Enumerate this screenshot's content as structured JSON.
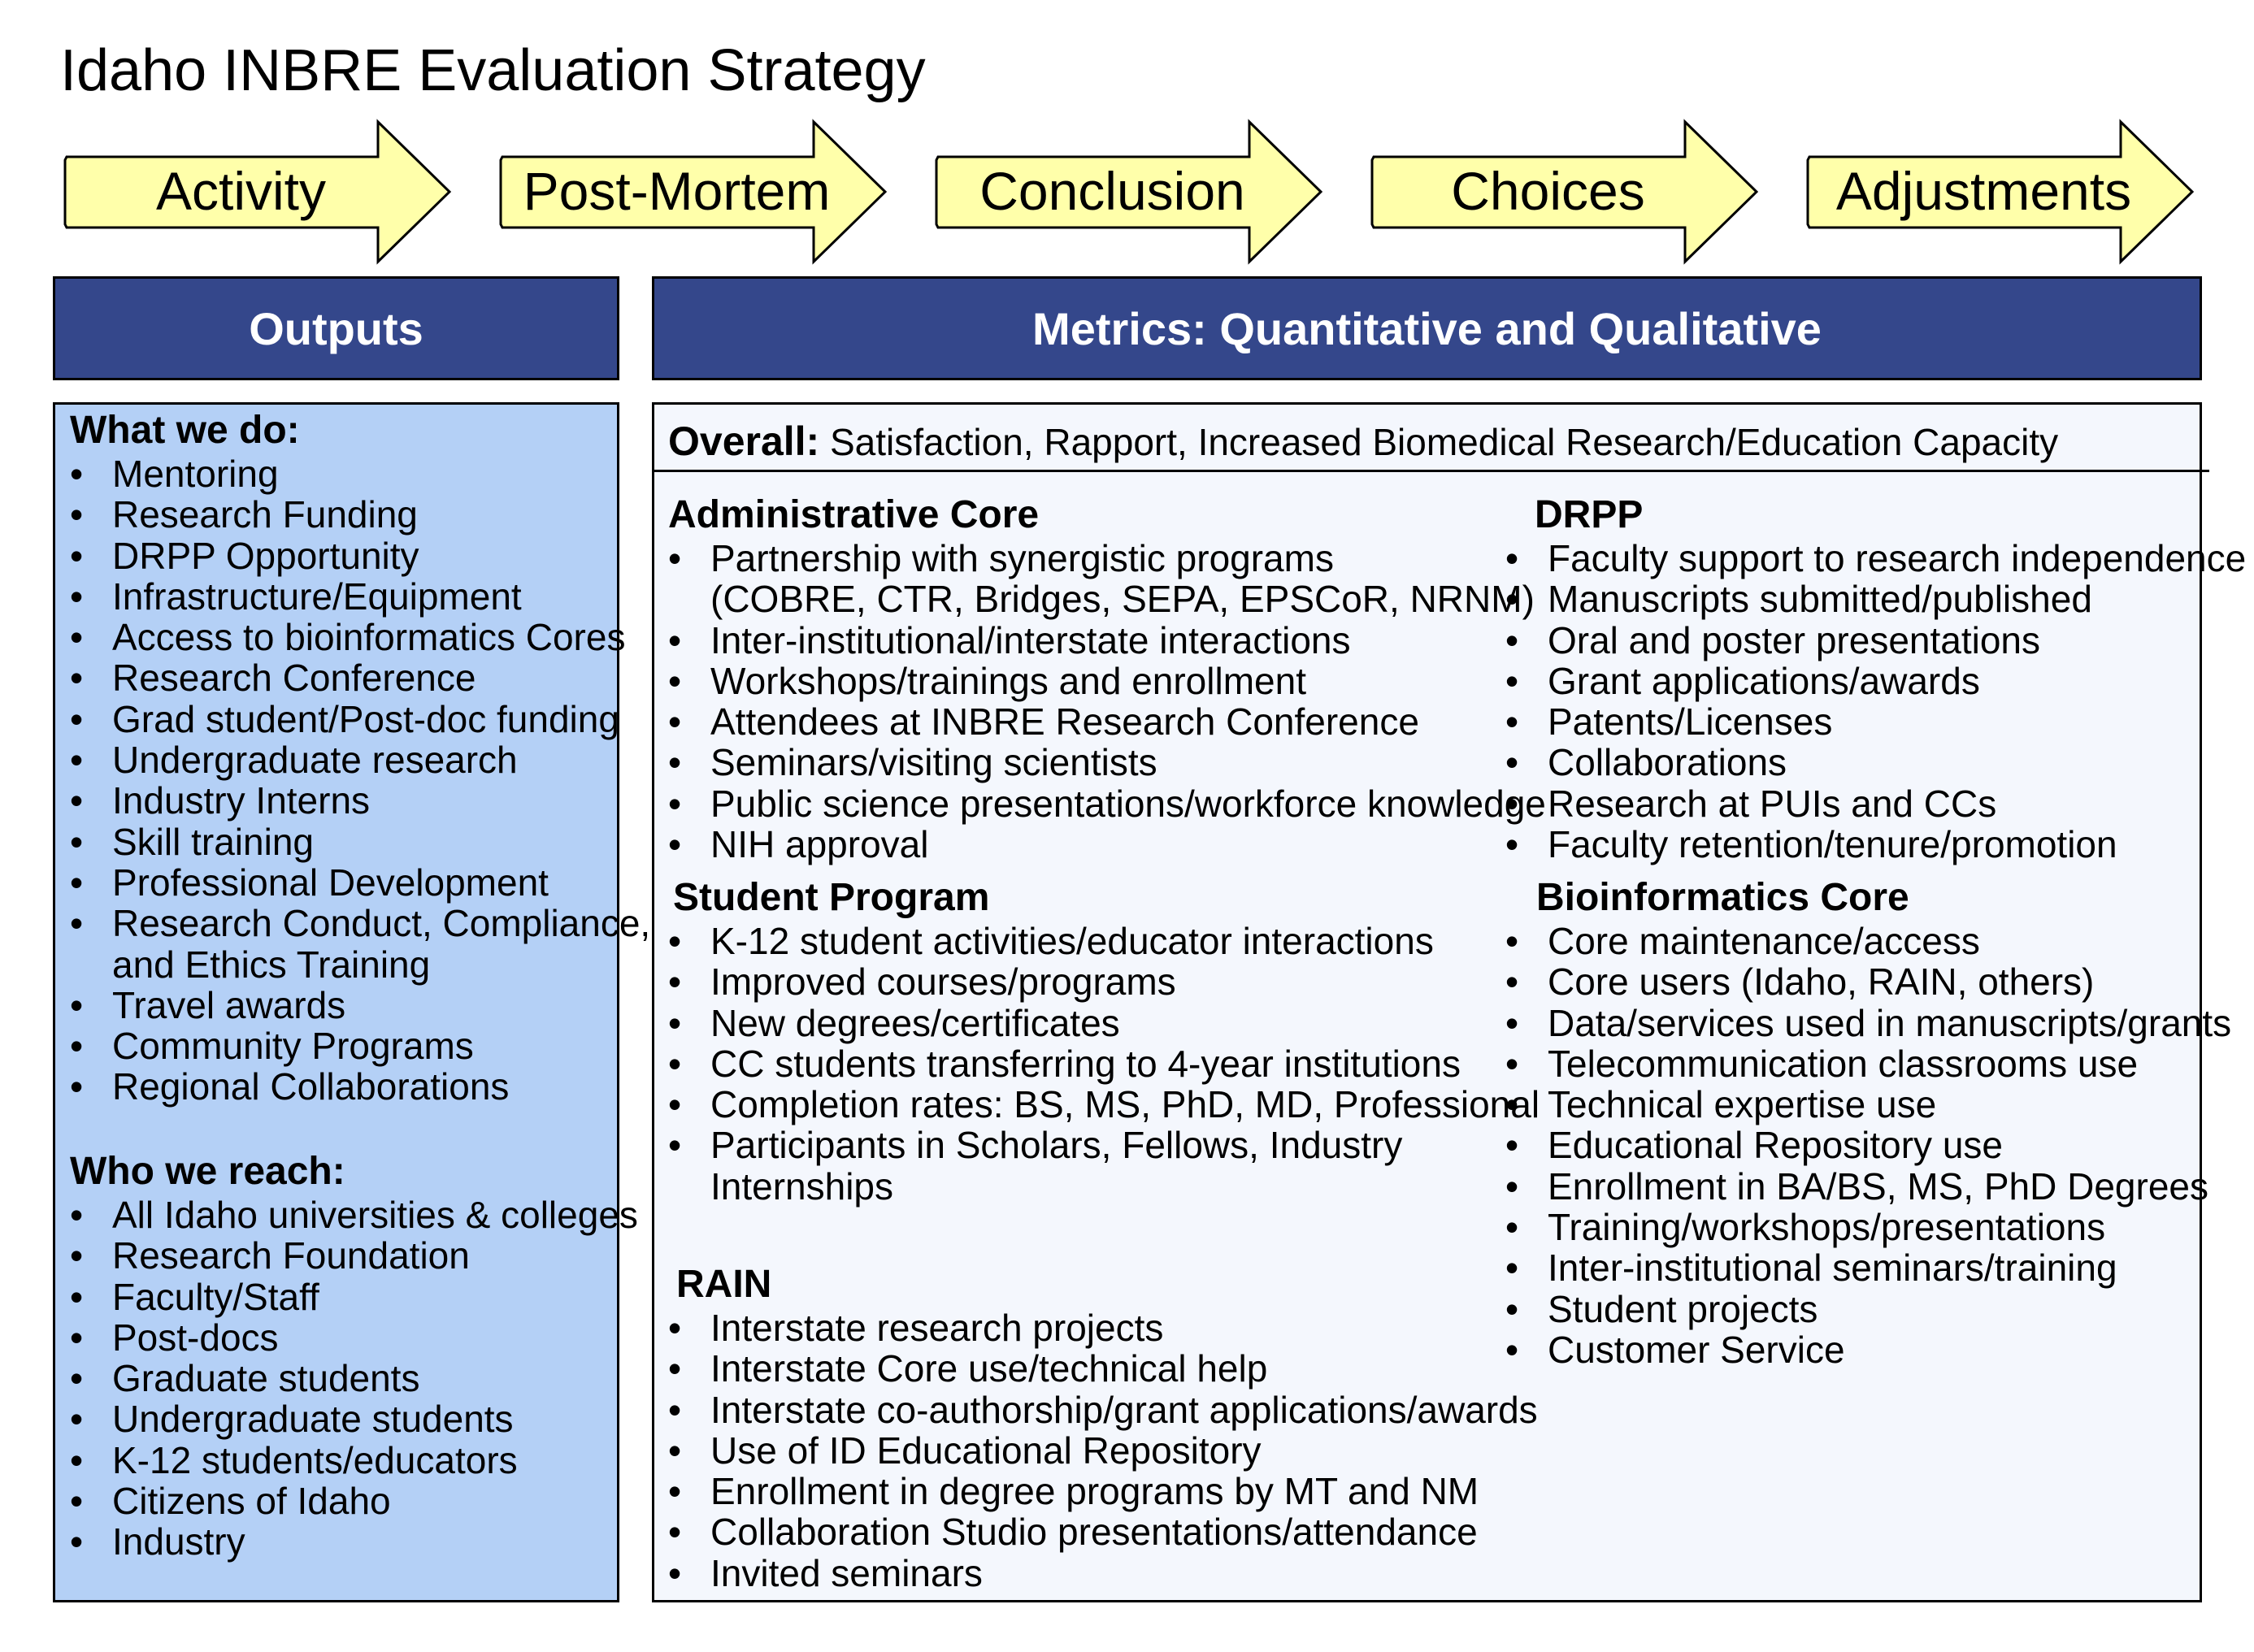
{
  "title": "Idaho INBRE Evaluation Strategy",
  "process_steps": [
    "Activity",
    "Post-Mortem",
    "Conclusion",
    "Choices",
    "Adjustments"
  ],
  "colors": {
    "arrow_fill": "#ffffaa",
    "header_fill": "#34478b",
    "outputs_fill": "#b4d0f6",
    "metrics_fill": "#f4f7fd"
  },
  "outputs": {
    "header": "Outputs",
    "what_we_do": {
      "heading": "What we do:",
      "items": [
        "Mentoring",
        "Research Funding",
        "DRPP Opportunity",
        "Infrastructure/Equipment",
        "Access to bioinformatics Cores",
        "Research Conference",
        "Grad student/Post-doc funding",
        "Undergraduate research",
        "Industry Interns",
        "Skill training",
        "Professional Development",
        "Research Conduct, Compliance,",
        "and Ethics Training",
        "Travel awards",
        "Community Programs",
        "Regional Collaborations"
      ]
    },
    "who_we_reach": {
      "heading": "Who we reach:",
      "items": [
        "All Idaho universities & colleges",
        "Research Foundation",
        "Faculty/Staff",
        "Post-docs",
        "Graduate students",
        "Undergraduate students",
        "K-12 students/educators",
        "Citizens of Idaho",
        "Industry"
      ]
    }
  },
  "metrics": {
    "header": "Metrics: Quantitative and Qualitative",
    "overall_label": "Overall:",
    "overall_text": " Satisfaction, Rapport, Increased Biomedical Research/Education Capacity",
    "admin_core": {
      "heading": "Administrative Core",
      "items": [
        "Partnership with synergistic programs",
        "(COBRE, CTR, Bridges, SEPA, EPSCoR, NRNM)",
        "Inter-institutional/interstate interactions",
        "Workshops/trainings and enrollment",
        "Attendees at INBRE Research Conference",
        "Seminars/visiting scientists",
        "Public science presentations/workforce knowledge",
        "NIH approval"
      ]
    },
    "drpp": {
      "heading": "DRPP",
      "items": [
        "Faculty support to research independence",
        "Manuscripts submitted/published",
        "Oral and poster presentations",
        "Grant applications/awards",
        "Patents/Licenses",
        "Collaborations",
        "Research at PUIs and CCs",
        "Faculty retention/tenure/promotion"
      ]
    },
    "student_program": {
      "heading": "Student Program",
      "items": [
        "K-12 student activities/educator interactions",
        "Improved courses/programs",
        "New degrees/certificates",
        "CC students transferring to 4-year institutions",
        "Completion rates: BS, MS, PhD, MD, Professional",
        "Participants in Scholars, Fellows, Industry",
        "Internships"
      ]
    },
    "bioinformatics_core": {
      "heading": "Bioinformatics Core",
      "items": [
        "Core maintenance/access",
        "Core users (Idaho, RAIN, others)",
        "Data/services used in manuscripts/grants",
        "Telecommunication classrooms use",
        "Technical expertise use",
        "Educational Repository use",
        "Enrollment in BA/BS, MS, PhD Degrees",
        "Training/workshops/presentations",
        "Inter-institutional seminars/training",
        "Student projects",
        "Customer Service"
      ]
    },
    "rain": {
      "heading": "RAIN",
      "items": [
        "Interstate research projects",
        "Interstate Core use/technical help",
        "Interstate co-authorship/grant applications/awards",
        "Use of ID Educational Repository",
        "Enrollment in degree programs by MT and NM",
        "Collaboration Studio presentations/attendance",
        "Invited seminars"
      ]
    }
  }
}
